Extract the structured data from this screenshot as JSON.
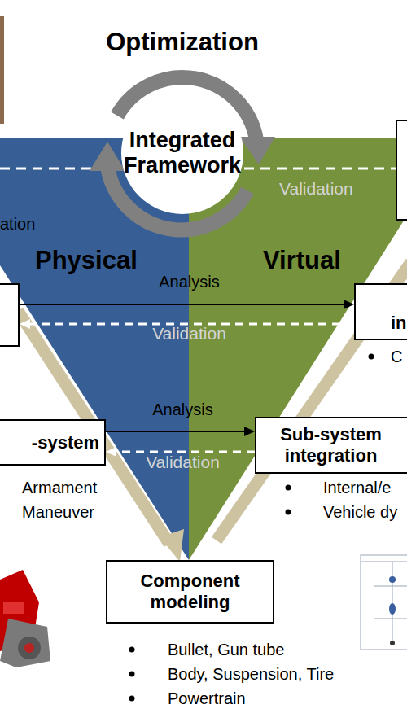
{
  "diagram": {
    "title": "Optimization",
    "nodes": [
      {
        "text": [
          "Integrated Framework"
        ]
      },
      {
        "text": []
      },
      {
        "text": [
          "in"
        ]
      },
      {
        "text": [
          "-system"
        ]
      },
      {
        "text": [
          "Sub-system integration"
        ]
      },
      {
        "text": [
          "Component modeling"
        ]
      }
    ],
    "edges": [
      {
        "from": 1,
        "to": 2,
        "label": "Analysis",
        "arrow": "to"
      },
      {
        "from": 2,
        "to": 1,
        "label": "Validation",
        "arrow": "to"
      },
      {
        "from": 3,
        "to": 4,
        "label": "Analysis",
        "arrow": "to"
      },
      {
        "from": 4,
        "to": 3,
        "label": "Validation",
        "arrow": "to"
      }
    ],
    "labels": [
      "Validation",
      "ation",
      "Physical",
      "Virtual",
      "Armament",
      "Maneuver",
      "Internal/e",
      "Vehicle dy",
      "C",
      "Bullet, Gun tube",
      "Body, Suspension, Tire",
      "Powertrain"
    ]
  }
}
